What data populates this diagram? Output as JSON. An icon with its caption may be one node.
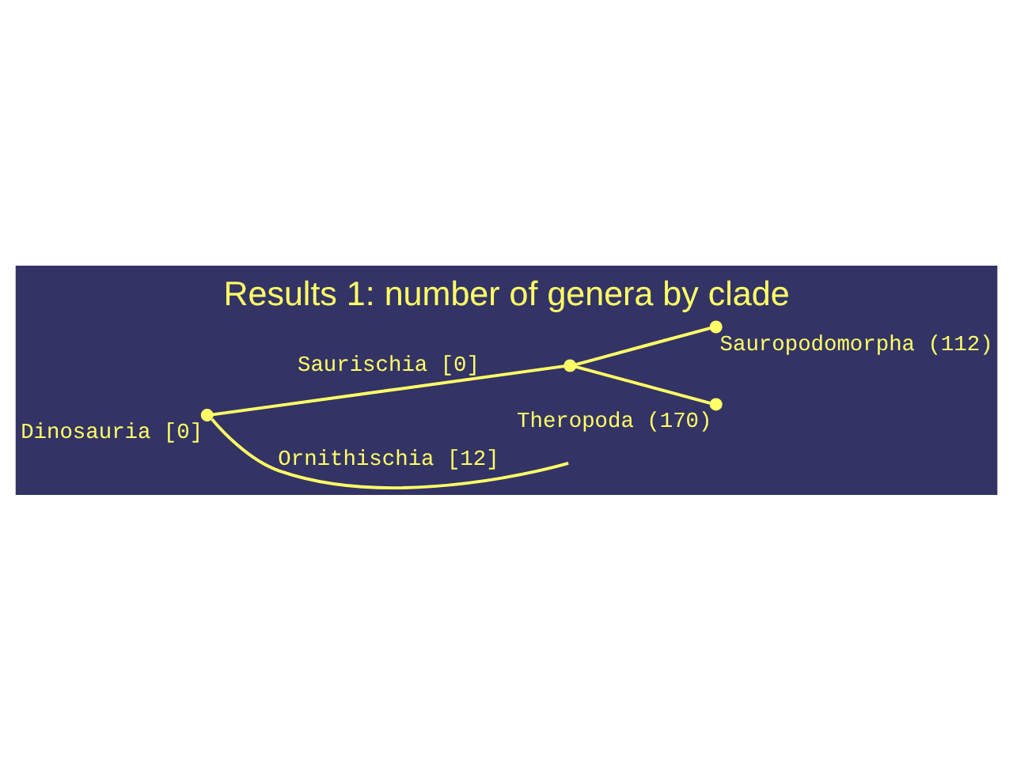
{
  "diagram": {
    "title": "Results 1: number of genera by clade",
    "nodes": [
      {
        "text": [],
        "shape": "circle",
        "beside": [
          "Dinosauria [0]"
        ]
      },
      {
        "text": [],
        "shape": "circle"
      },
      {
        "text": [],
        "shape": "circle",
        "beside": [
          "Sauropodomorpha (112)"
        ]
      },
      {
        "text": [],
        "shape": "circle",
        "beside": [
          "Theropoda (170)"
        ]
      }
    ],
    "edges": [
      {
        "from": 0,
        "to": 1,
        "arrow": "none",
        "label": "Saurischia [0]"
      },
      {
        "from": 1,
        "to": 2,
        "arrow": "none"
      },
      {
        "from": 1,
        "to": 3,
        "arrow": "none"
      },
      {
        "from": 0,
        "to": null,
        "arrow": "none",
        "label": "Ornithischia [12]"
      }
    ]
  }
}
